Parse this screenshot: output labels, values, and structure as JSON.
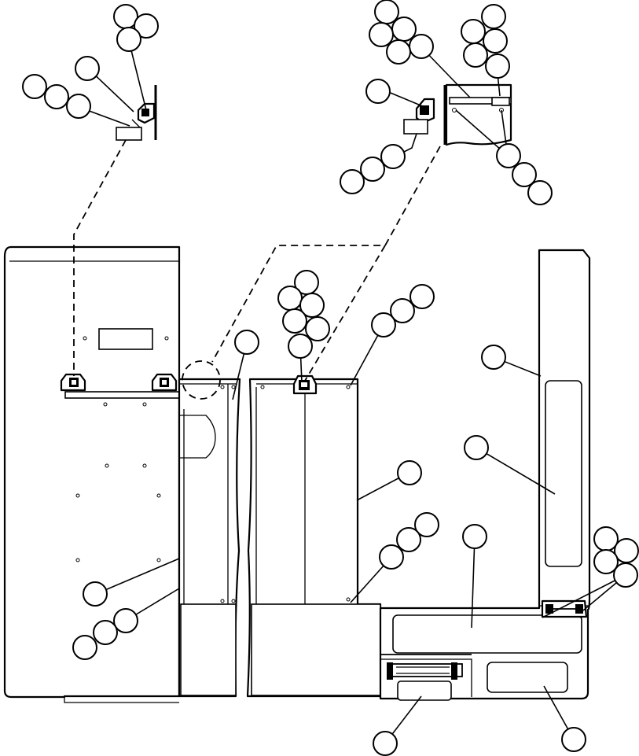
{
  "figure": {
    "callouts": [
      {
        "id": "c1",
        "label": ""
      },
      {
        "id": "c2",
        "label": ""
      },
      {
        "id": "c3",
        "label": ""
      },
      {
        "id": "c4",
        "label": ""
      },
      {
        "id": "c5",
        "label": ""
      },
      {
        "id": "c6",
        "label": ""
      },
      {
        "id": "c7",
        "label": ""
      },
      {
        "id": "c8",
        "label": ""
      },
      {
        "id": "c9",
        "label": ""
      },
      {
        "id": "c10",
        "label": ""
      },
      {
        "id": "c11",
        "label": ""
      },
      {
        "id": "c12",
        "label": ""
      },
      {
        "id": "c13",
        "label": ""
      },
      {
        "id": "c14",
        "label": ""
      },
      {
        "id": "c15",
        "label": ""
      },
      {
        "id": "c16",
        "label": ""
      },
      {
        "id": "c17",
        "label": ""
      },
      {
        "id": "c18",
        "label": ""
      },
      {
        "id": "c19",
        "label": ""
      },
      {
        "id": "c20",
        "label": ""
      },
      {
        "id": "c21",
        "label": ""
      },
      {
        "id": "c22",
        "label": ""
      },
      {
        "id": "c23",
        "label": ""
      },
      {
        "id": "c24",
        "label": ""
      },
      {
        "id": "c25",
        "label": ""
      },
      {
        "id": "c26",
        "label": ""
      },
      {
        "id": "c27",
        "label": ""
      },
      {
        "id": "c28",
        "label": ""
      },
      {
        "id": "c29",
        "label": ""
      },
      {
        "id": "c30",
        "label": ""
      },
      {
        "id": "c31",
        "label": ""
      },
      {
        "id": "c32",
        "label": ""
      },
      {
        "id": "c33",
        "label": ""
      },
      {
        "id": "c34",
        "label": ""
      },
      {
        "id": "c35",
        "label": ""
      },
      {
        "id": "c36",
        "label": ""
      },
      {
        "id": "c37",
        "label": ""
      },
      {
        "id": "c38",
        "label": ""
      },
      {
        "id": "c39",
        "label": ""
      },
      {
        "id": "c40",
        "label": ""
      },
      {
        "id": "c41",
        "label": ""
      },
      {
        "id": "c42",
        "label": ""
      },
      {
        "id": "c43",
        "label": ""
      },
      {
        "id": "c44",
        "label": ""
      },
      {
        "id": "c45",
        "label": ""
      },
      {
        "id": "c46",
        "label": ""
      },
      {
        "id": "c47",
        "label": ""
      },
      {
        "id": "c48",
        "label": ""
      },
      {
        "id": "c49",
        "label": ""
      }
    ]
  },
  "colors": {
    "line": "#000000",
    "background": "#ffffff"
  }
}
